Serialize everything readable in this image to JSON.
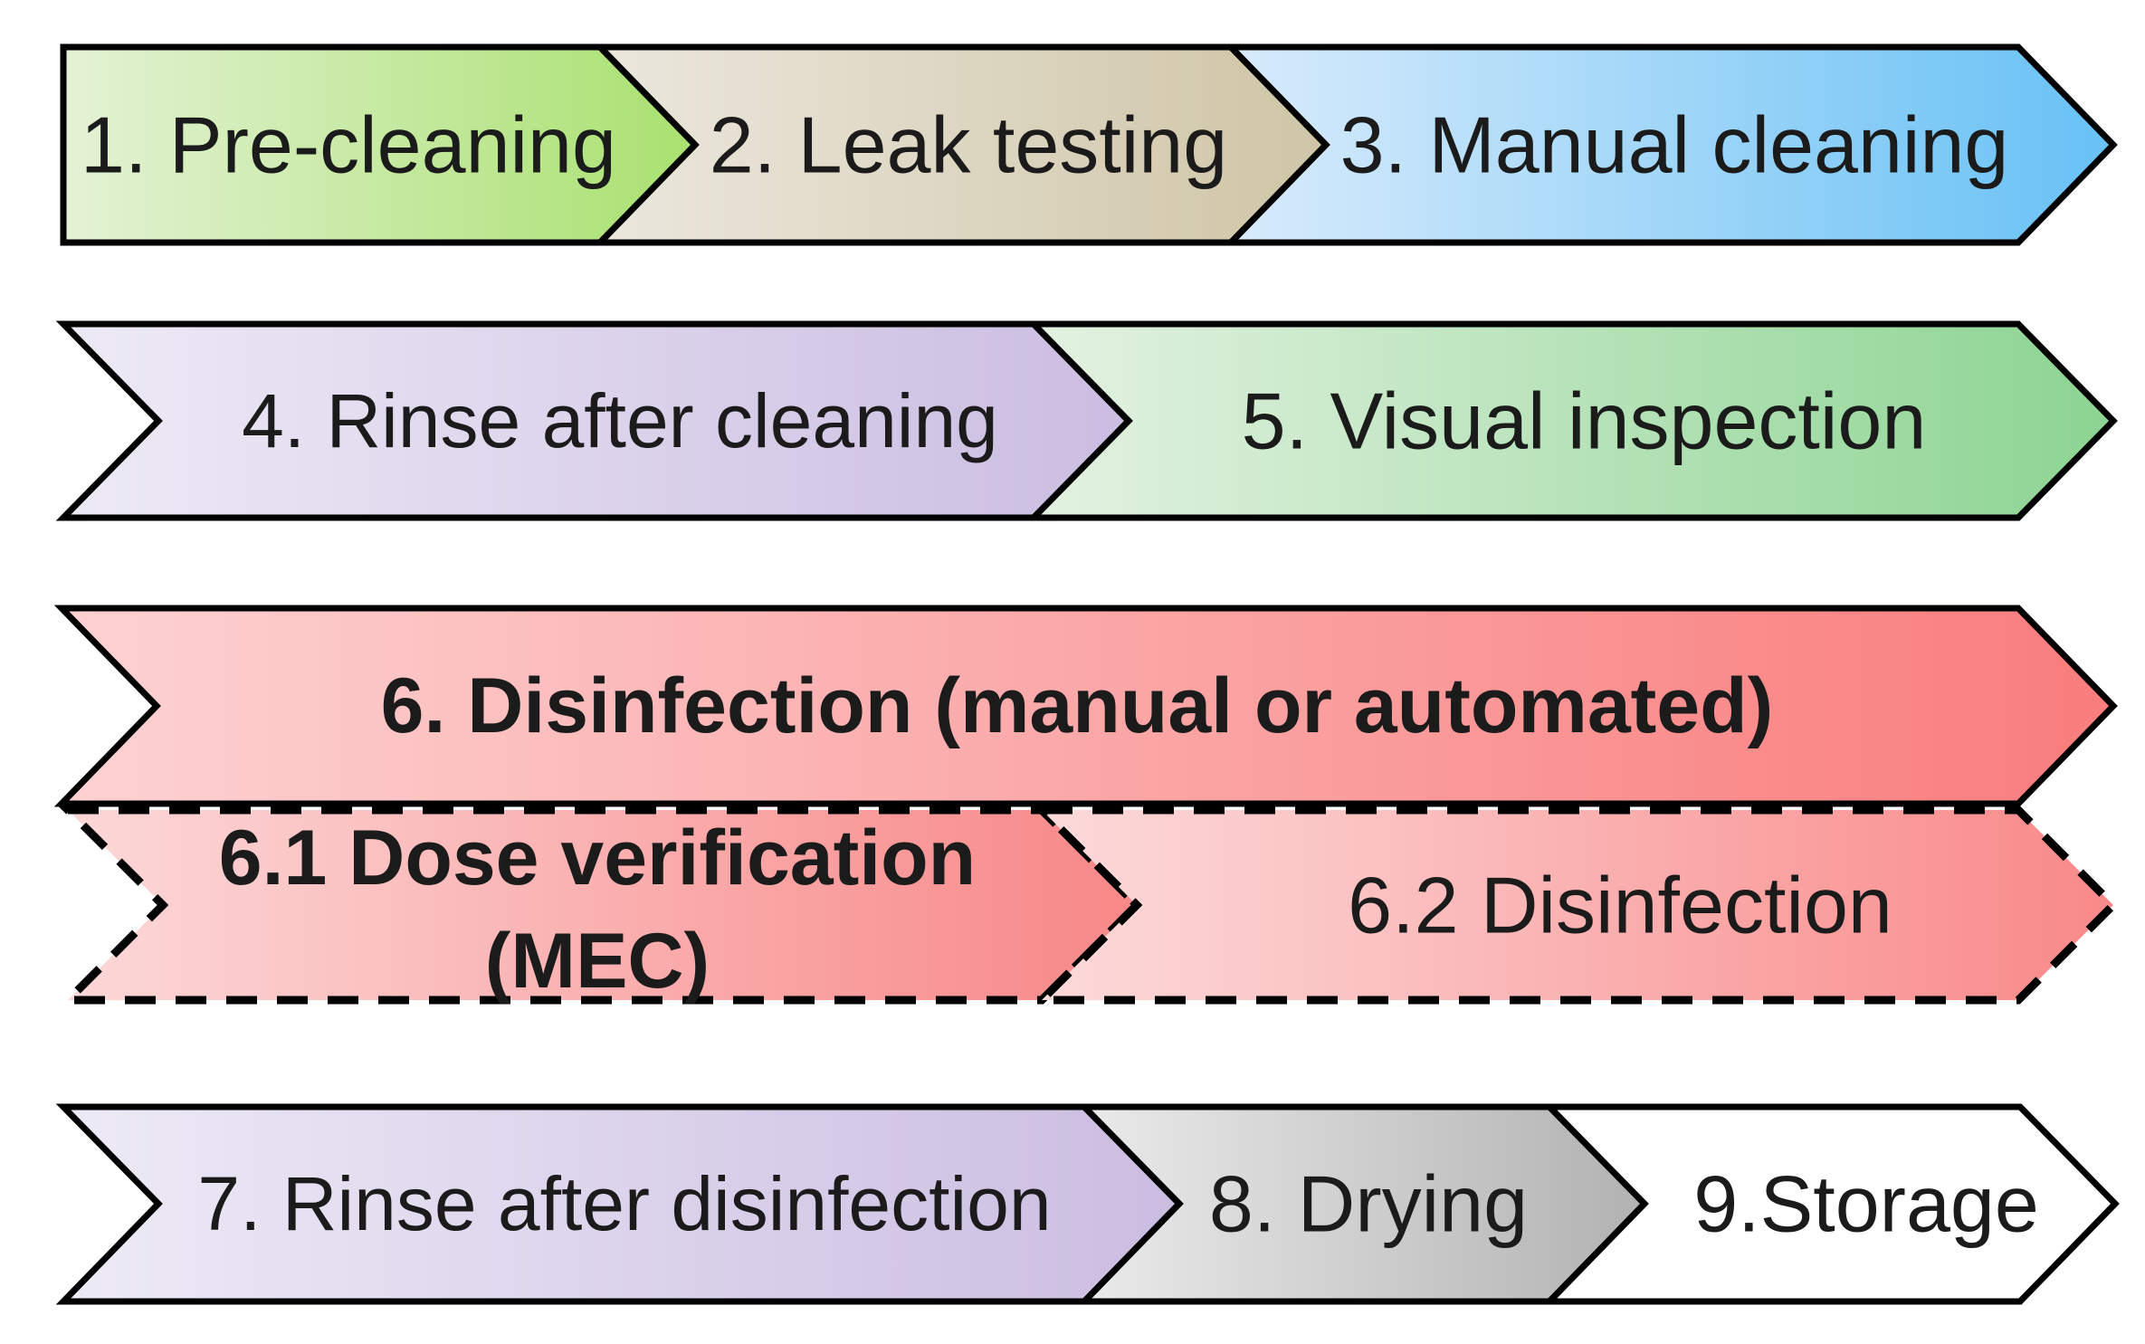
{
  "diagram": {
    "type": "process-flow-chevrons",
    "background": "#ffffff",
    "stroke_color": "#000000",
    "text_color": "#1b1b1b",
    "rows": [
      {
        "name": "row-1",
        "steps": [
          {
            "id": "1",
            "label": "1. Pre-cleaning",
            "gradient": [
              "#e4f2d5",
              "#a9e170"
            ],
            "border": "solid",
            "bold": false
          },
          {
            "id": "2",
            "label": "2. Leak testing",
            "gradient": [
              "#ebe7dd",
              "#cfc5a6"
            ],
            "border": "solid",
            "bold": false
          },
          {
            "id": "3",
            "label": "3. Manual cleaning",
            "gradient": [
              "#d8ebfb",
              "#67c1f5"
            ],
            "border": "solid",
            "bold": false
          }
        ]
      },
      {
        "name": "row-2",
        "steps": [
          {
            "id": "4",
            "label": "4. Rinse after cleaning",
            "gradient": [
              "#edeaf6",
              "#cbbde1"
            ],
            "border": "solid",
            "bold": false
          },
          {
            "id": "5",
            "label": "5. Visual inspection",
            "gradient": [
              "#e3f2e1",
              "#8cd492"
            ],
            "border": "solid",
            "bold": false
          }
        ]
      },
      {
        "name": "row-3",
        "steps": [
          {
            "id": "6",
            "label": "6. Disinfection (manual or automated)",
            "gradient": [
              "#fdd2d2",
              "#f97d7d"
            ],
            "border": "solid",
            "bold": true
          }
        ]
      },
      {
        "name": "row-4",
        "steps": [
          {
            "id": "6.1",
            "label": "6.1 Dose verification (MEC)",
            "lines": [
              "6.1 Dose verification",
              "(MEC)"
            ],
            "gradient": [
              "#fcd8d8",
              "#f88888"
            ],
            "border": "dashed",
            "bold": true
          },
          {
            "id": "6.2",
            "label": "6.2 Disinfection",
            "gradient": [
              "#fcdada",
              "#f98989"
            ],
            "border": "dashed",
            "bold": false
          }
        ]
      },
      {
        "name": "row-5",
        "steps": [
          {
            "id": "7",
            "label": "7. Rinse after disinfection",
            "gradient": [
              "#edeaf6",
              "#cbbde1"
            ],
            "border": "solid",
            "bold": false
          },
          {
            "id": "8",
            "label": "8. Drying",
            "gradient": [
              "#eaeaea",
              "#b2b2b2"
            ],
            "border": "solid",
            "bold": false
          },
          {
            "id": "9",
            "label": "9.Storage",
            "gradient": [
              "#ffffff",
              "#ffffff"
            ],
            "border": "solid",
            "bold": false
          }
        ]
      }
    ]
  }
}
